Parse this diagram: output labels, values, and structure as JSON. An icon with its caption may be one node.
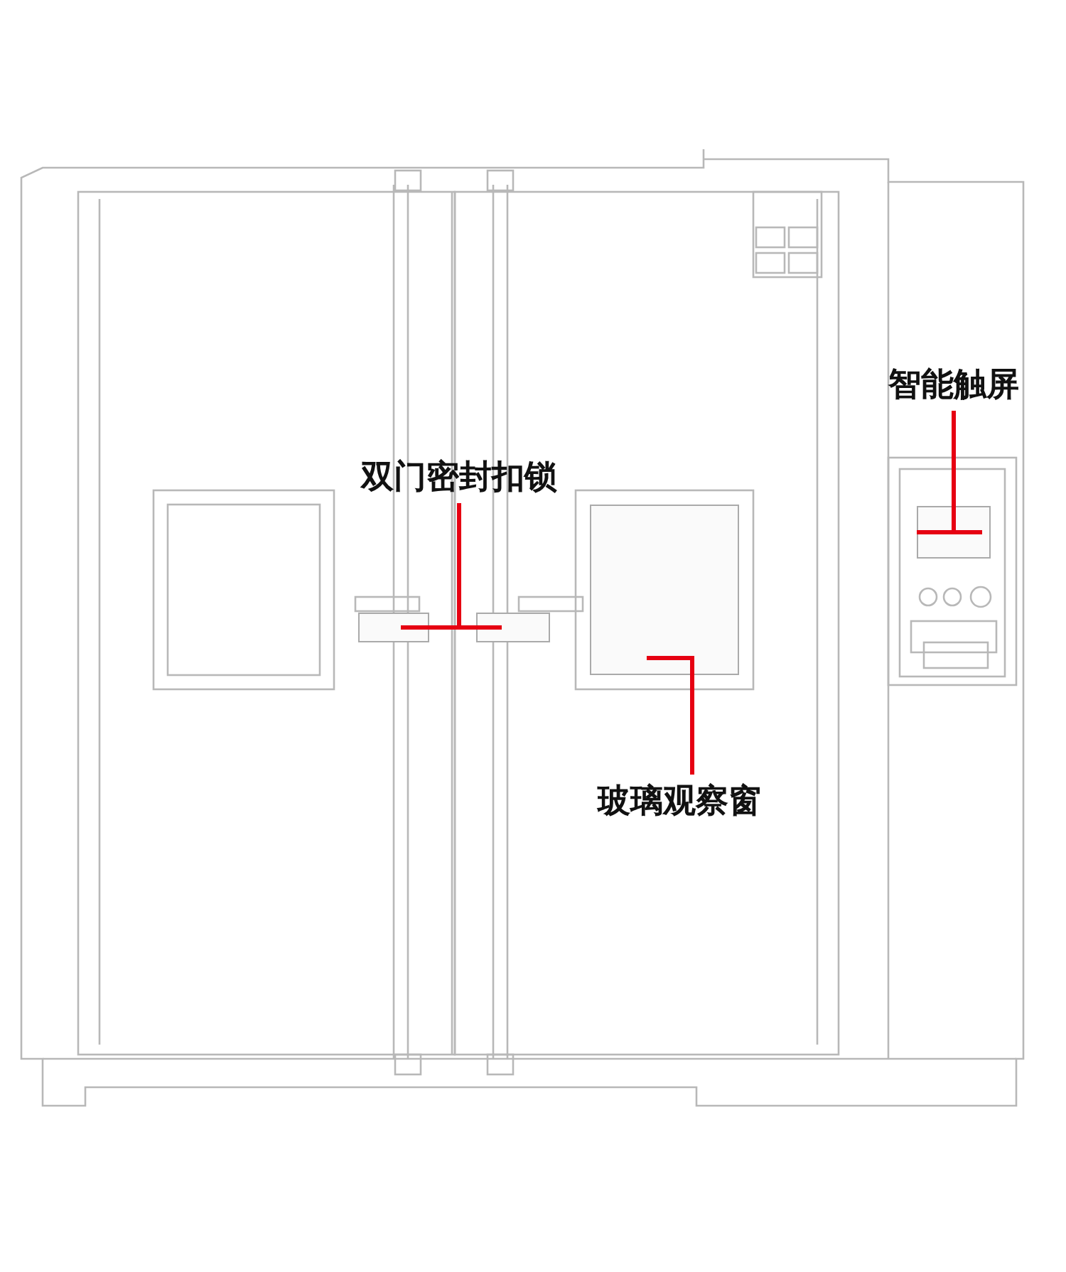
{
  "diagram": {
    "nodes": [
      {
        "text": [
          "智能触屏"
        ]
      },
      {
        "text": [],
        "shape": "box"
      },
      {
        "text": [
          "双门密封扣锁"
        ]
      },
      {
        "text": [],
        "shape": "box"
      },
      {
        "text": [],
        "shape": "box"
      },
      {
        "text": [],
        "shape": "box"
      },
      {
        "text": [
          "玻璃观察窗"
        ]
      }
    ],
    "edges": [
      {
        "from": 0,
        "to": 1,
        "arrow": "none"
      },
      {
        "from": 2,
        "to": 3,
        "arrow": "none"
      },
      {
        "from": 2,
        "to": 4,
        "arrow": "none"
      },
      {
        "from": 6,
        "to": 5,
        "arrow": "none"
      }
    ]
  }
}
